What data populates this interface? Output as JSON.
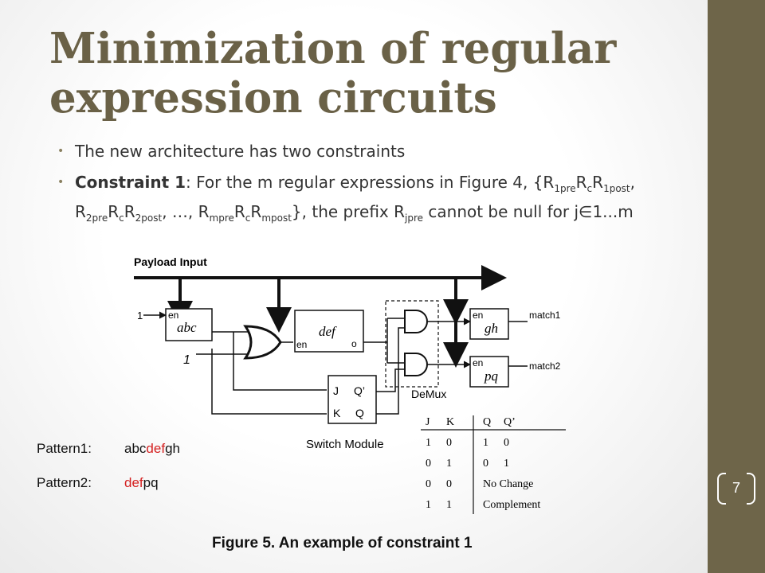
{
  "slide": {
    "title_line1": "Minimization of regular",
    "title_line2": "expression circuits",
    "bullet1": "The new architecture has two constraints",
    "bullet2_bold": "Constraint 1",
    "bullet2_tail": "cannot be null for j∈1...m",
    "page_number": "7"
  },
  "figure": {
    "payload_label": "Payload Input",
    "input_one_top": "1",
    "input_one_bottom": "1",
    "block_abc": "abc",
    "block_def": "def",
    "block_gh": "gh",
    "block_pq": "pq",
    "en": "en",
    "o": "o",
    "match1": "match1",
    "match2": "match2",
    "demux": "DeMux",
    "switch_module": "Switch Module",
    "jk_j": "J",
    "jk_k": "K",
    "jk_qp": "Q’",
    "jk_q": "Q",
    "caption": "Figure 5. An example of constraint 1"
  },
  "truth_table": {
    "headers": [
      "J",
      "K",
      "Q",
      "Q’"
    ],
    "rows": [
      [
        "1",
        "0",
        "1",
        "0"
      ],
      [
        "0",
        "1",
        "0",
        "1"
      ],
      [
        "0",
        "0",
        "No Change",
        ""
      ],
      [
        "1",
        "1",
        "Complement",
        ""
      ]
    ]
  },
  "patterns": {
    "p1_label": "Pattern1:",
    "p1_a": "abc",
    "p1_b": "def",
    "p1_c": "gh",
    "p2_label": "Pattern2:",
    "p2_a": "def",
    "p2_b": "pq"
  },
  "colors": {
    "title": "#6a6147",
    "sidebar": "#6e6549",
    "highlight": "#d42020"
  }
}
